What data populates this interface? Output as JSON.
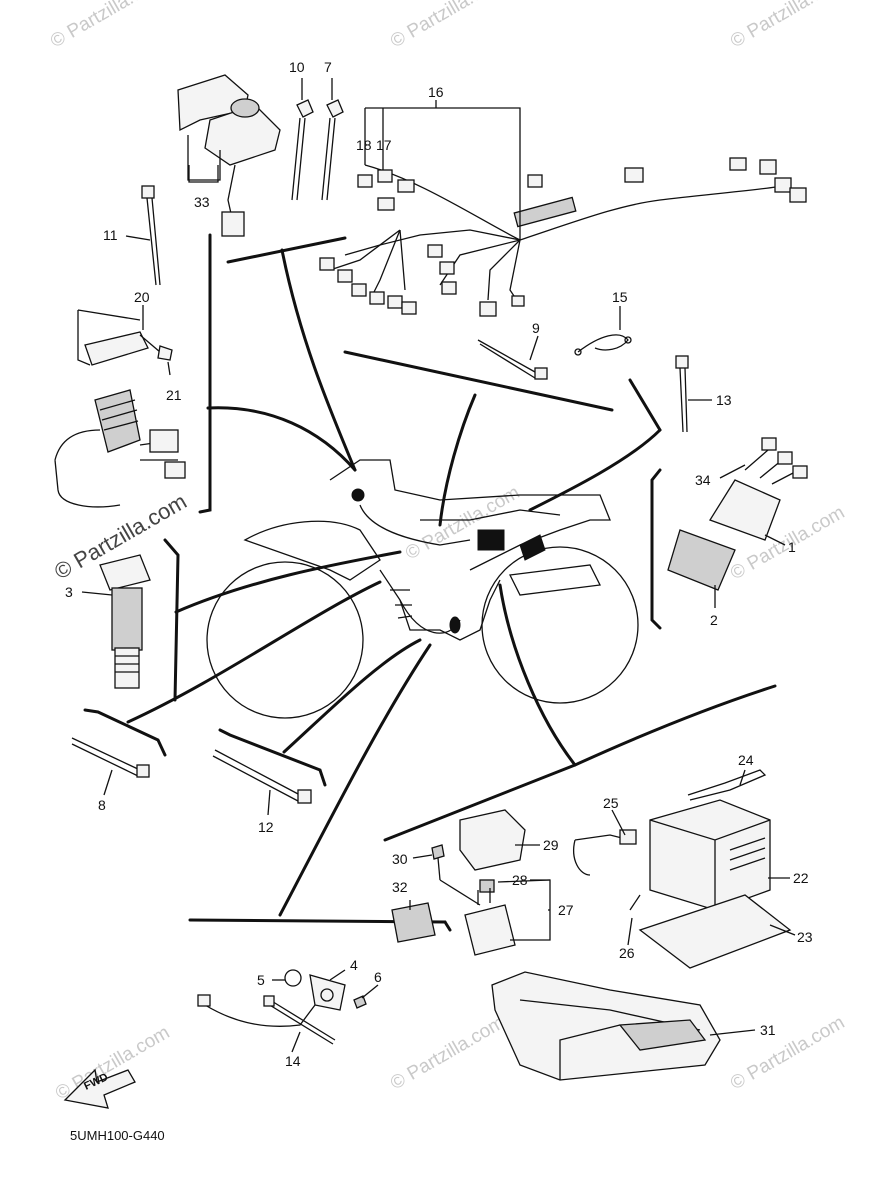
{
  "diagram": {
    "code": "5UMH100-G440",
    "fwd_label": "FWD",
    "watermark_text": "© Partzilla.com",
    "callouts": [
      "1",
      "2",
      "3",
      "4",
      "5",
      "6",
      "7",
      "8",
      "9",
      "10",
      "11",
      "12",
      "13",
      "14",
      "15",
      "16",
      "17",
      "18",
      "20",
      "21",
      "22",
      "23",
      "24",
      "25",
      "26",
      "27",
      "28",
      "29",
      "30",
      "31",
      "32",
      "33",
      "34"
    ]
  }
}
